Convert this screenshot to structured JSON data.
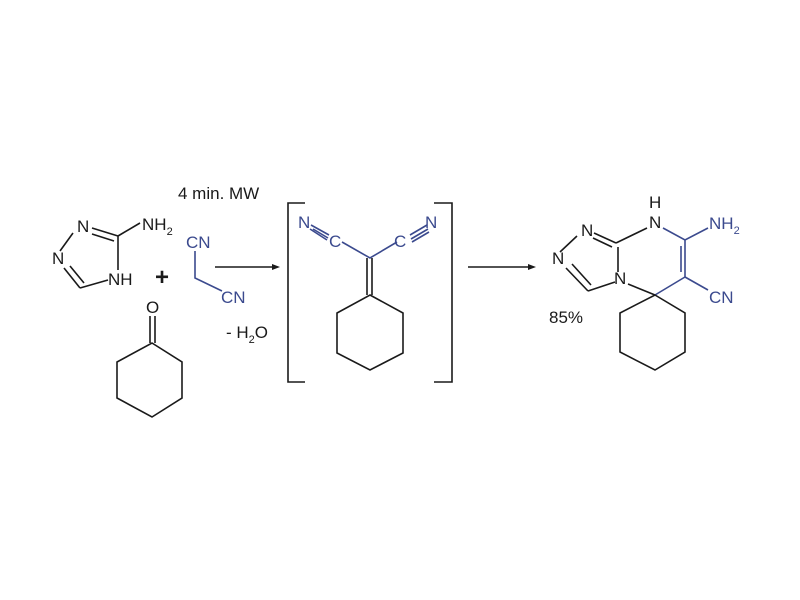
{
  "colors": {
    "accent_blue": "#3b4a8e",
    "black": "#1a1a1a"
  },
  "conditions": {
    "reaction_condition": "4 min. MW",
    "byproduct_prefix": "- H",
    "byproduct_sub": "2",
    "byproduct_suffix": "O"
  },
  "reactants": {
    "aminotriazole": {
      "n_top": "N",
      "n_left": "N",
      "nh": "NH",
      "amine": "NH",
      "amine_sub": "2"
    },
    "plus": "+",
    "malononitrile": {
      "cn_top": "CN",
      "cn_bottom": "CN"
    },
    "cyclohexanone": {
      "oxygen": "O"
    }
  },
  "intermediate": {
    "n_left": "N",
    "c_left": "C",
    "c_right": "C",
    "n_right": "N"
  },
  "product": {
    "n_top": "N",
    "n_left": "N",
    "n_bridge": "N",
    "h": "H",
    "nh_n": "N",
    "amine": "NH",
    "amine_sub": "2",
    "cn": "CN",
    "yield": "85%"
  }
}
